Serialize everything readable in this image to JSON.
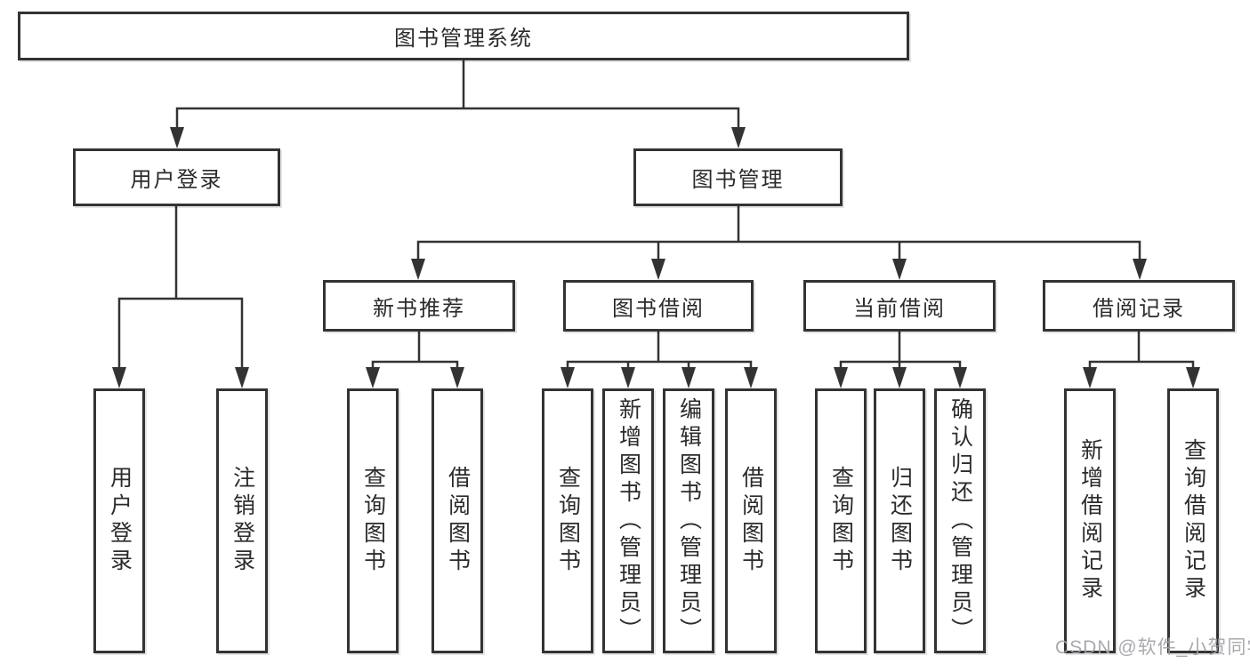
{
  "diagram": {
    "root": {
      "id": "system-root",
      "label": "图书管理系统"
    },
    "level2": [
      {
        "id": "user-login",
        "label": "用户登录"
      },
      {
        "id": "book-management",
        "label": "图书管理"
      }
    ],
    "level3": [
      {
        "id": "new-book-recommendation",
        "parent": "book-management",
        "label": "新书推荐"
      },
      {
        "id": "book-borrowing",
        "parent": "book-management",
        "label": "图书借阅"
      },
      {
        "id": "current-borrowing",
        "parent": "book-management",
        "label": "当前借阅"
      },
      {
        "id": "borrowing-records",
        "parent": "book-management",
        "label": "借阅记录"
      }
    ],
    "leaves": [
      {
        "parent": "user-login",
        "label": "用户登录"
      },
      {
        "parent": "user-login",
        "label": "注销登录"
      },
      {
        "parent": "new-book-recommendation",
        "label": "查询图书"
      },
      {
        "parent": "new-book-recommendation",
        "label": "借阅图书"
      },
      {
        "parent": "book-borrowing",
        "label": "查询图书"
      },
      {
        "parent": "book-borrowing",
        "label": "新增图书（管理员）"
      },
      {
        "parent": "book-borrowing",
        "label": "编辑图书（管理员）"
      },
      {
        "parent": "book-borrowing",
        "label": "借阅图书"
      },
      {
        "parent": "current-borrowing",
        "label": "查询图书"
      },
      {
        "parent": "current-borrowing",
        "label": "归还图书"
      },
      {
        "parent": "current-borrowing",
        "label": "确认归还（管理员）"
      },
      {
        "parent": "borrowing-records",
        "label": "新增借阅记录"
      },
      {
        "parent": "borrowing-records",
        "label": "查询借阅记录"
      }
    ]
  },
  "colors": {
    "background": "#ffffff",
    "box_border": "#333333",
    "connector_line": "#333333",
    "text": "#2b2b2b",
    "watermark": "#a2a2a8"
  },
  "watermark": {
    "text": "CSDN @软件_小贺同学"
  }
}
